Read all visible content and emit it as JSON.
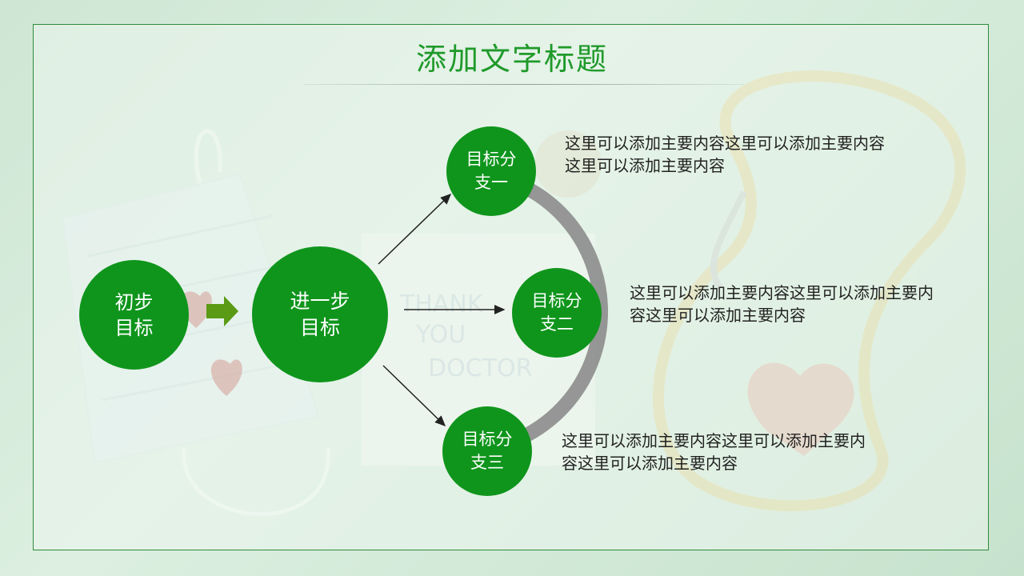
{
  "slide": {
    "title": "添加文字标题",
    "accent_color": "#0f951c",
    "title_color": "#1f9a2a"
  },
  "nodes": {
    "start": "初步\n目标",
    "next": "进一步\n目标",
    "branch1": "目标分\n支一",
    "branch2": "目标分\n支二",
    "branch3": "目标分\n支三"
  },
  "descriptions": {
    "branch1": "这里可以添加主要内容这里可以添加主要内容这里可以添加主要内容",
    "branch2": "这里可以添加主要内容这里可以添加主要内容这里可以添加主要内容",
    "branch3": "这里可以添加主要内容这里可以添加主要内容这里可以添加主要内容"
  },
  "background": {
    "note_text": "THANK YOU DOCTOR",
    "icons": [
      "face-mask-icon",
      "stethoscope-icon",
      "heart-icon"
    ]
  }
}
